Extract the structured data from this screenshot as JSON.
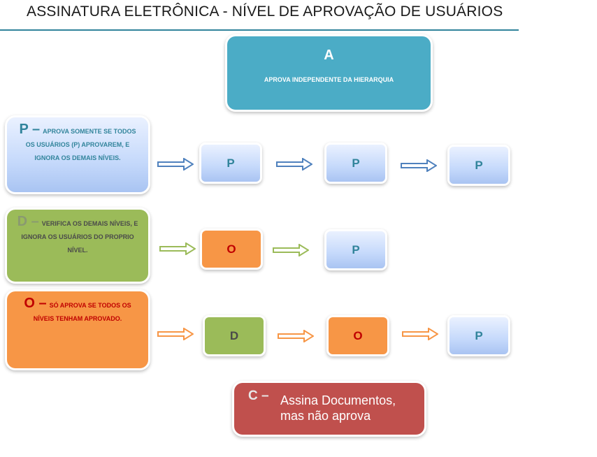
{
  "title": "ASSINATURA ELETRÔNICA - NÍVEL DE APROVAÇÃO DE USUÁRIOS",
  "a_box": {
    "letter": "A",
    "text": "APROVA INDEPENDENTE DA HIERARQUIA"
  },
  "p_desc": {
    "letter": "P –",
    "text": "APROVA SOMENTE SE TODOS OS USUÁRIOS (P) APROVAREM, E IGNORA OS DEMAIS NÍVEIS."
  },
  "d_desc": {
    "letter": "D –",
    "text": "VERIFICA OS DEMAIS NÍVEIS, E IGNORA OS USUÁRIOS DO PROPRIO NÍVEL."
  },
  "o_desc": {
    "letter": "O –",
    "text": "SÓ APROVA SE TODOS OS NÍVEIS TENHAM APROVADO."
  },
  "c_box": {
    "letter": "C –",
    "text": "Assina Documentos, mas não aprova"
  },
  "row1": [
    "P",
    "P",
    "P"
  ],
  "row2": [
    "O",
    "P"
  ],
  "row3": [
    "D",
    "O",
    "P"
  ],
  "colors": {
    "blue_arrow": "#4f81bd",
    "green_arrow": "#9bbb59",
    "orange_arrow": "#f79646",
    "teal": "#4bacc6",
    "red": "#c0504d"
  }
}
